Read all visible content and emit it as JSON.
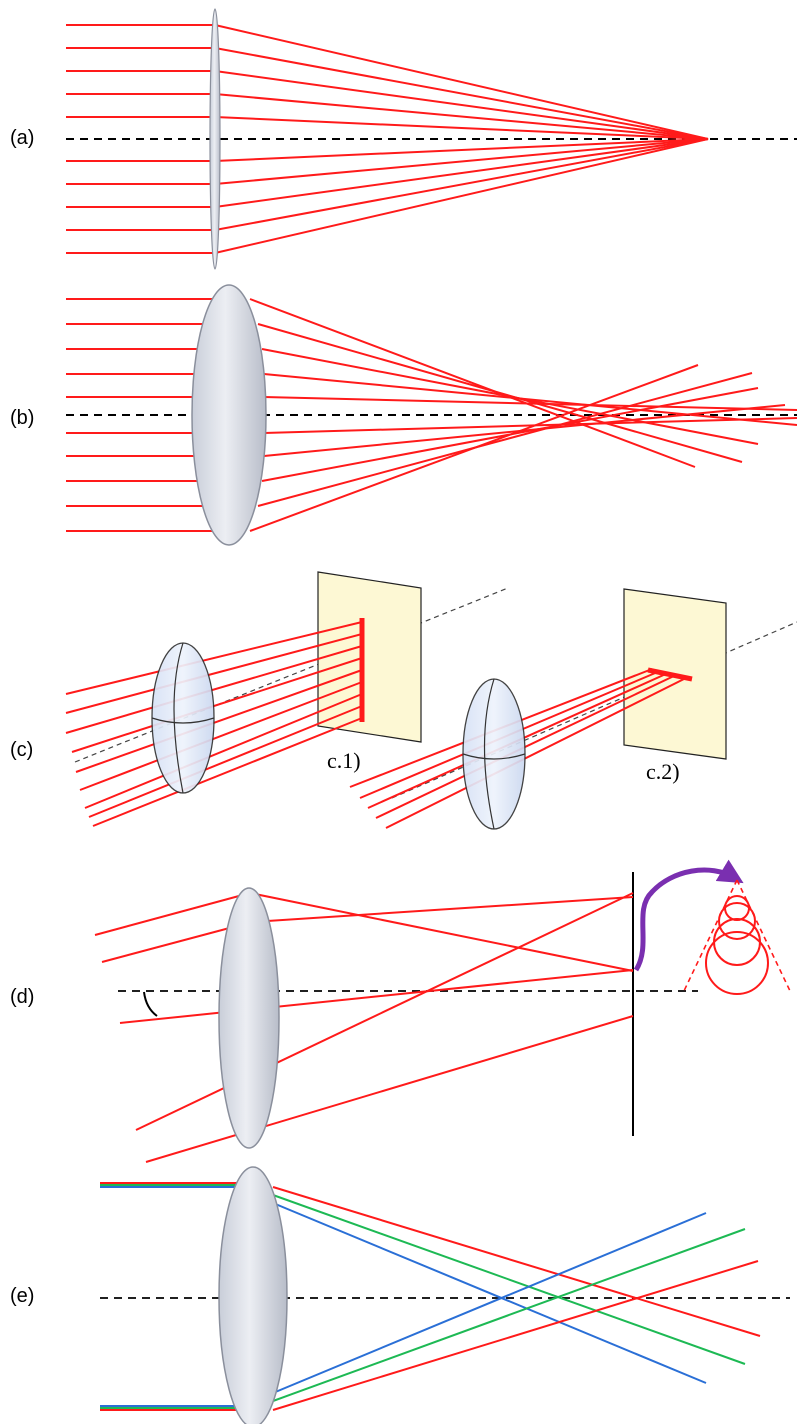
{
  "colors": {
    "ray": "#ff1a1a",
    "ray_green": "#1db954",
    "ray_blue": "#2a6fd6",
    "axis": "#000000",
    "lens_fill": "#d9dde8",
    "lens_fill_light": "#e0e8f8",
    "screen_fill": "#fdf8d4",
    "arrow": "#7a2fb0",
    "text": "#000000"
  },
  "panels": {
    "a": {
      "label": "(a)"
    },
    "b": {
      "label": "(b)"
    },
    "c": {
      "label": "(c)",
      "sub1": "c.1)",
      "sub2": "c.2)"
    },
    "d": {
      "label": "(d)"
    },
    "e": {
      "label": "(e)"
    }
  },
  "icons": {
    "curved_arrow": "curved-arrow-icon",
    "circles": "overlapping-circles-icon"
  }
}
